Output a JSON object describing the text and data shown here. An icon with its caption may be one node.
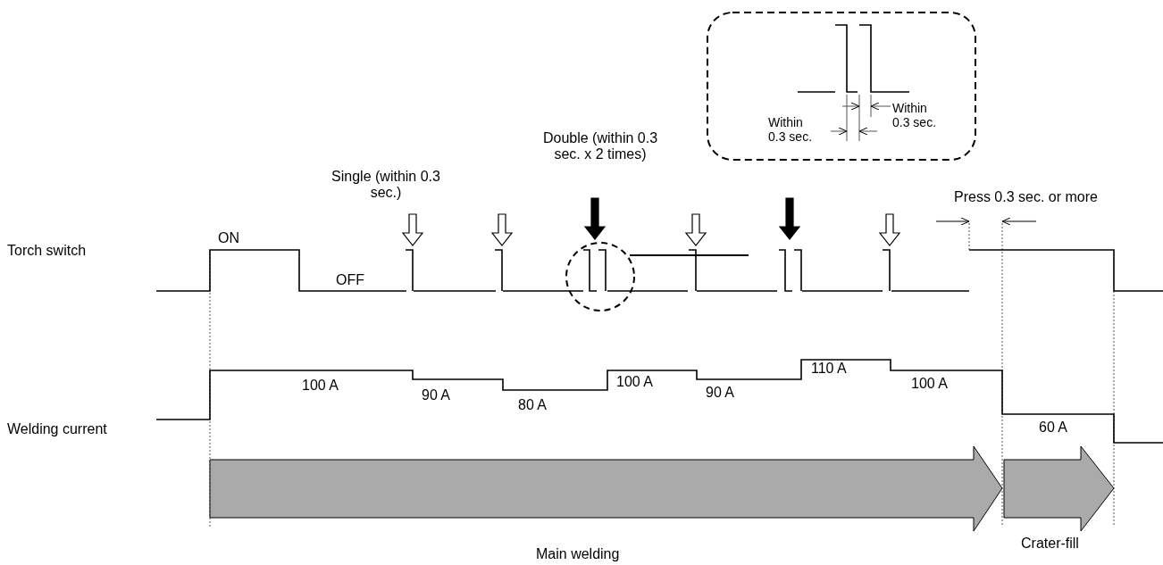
{
  "diagram": {
    "labels": [
      "Within 0.3 sec.",
      "Within 0.3 sec.",
      "Double (within 0.3 sec. x 2 times)",
      "Single (within 0.3 sec.)",
      "Press 0.3 sec. or more",
      "ON",
      "Torch switch",
      "OFF",
      "110 A",
      "100 A",
      "100 A",
      "100 A",
      "90 A",
      "90 A",
      "80 A",
      "Welding current",
      "60 A",
      "Crater-fill",
      "Main welding"
    ]
  }
}
